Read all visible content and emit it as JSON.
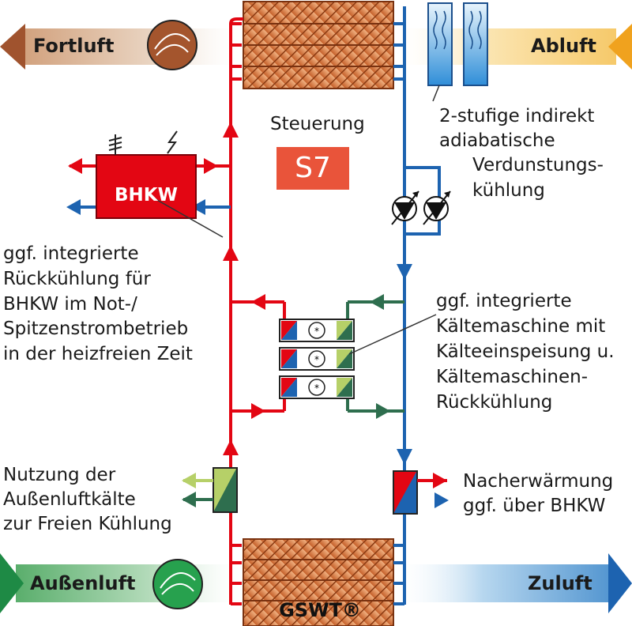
{
  "air": {
    "fortluft": "Fortluft",
    "abluft": "Abluft",
    "aussenluft": "Außenluft",
    "zuluft": "Zuluft"
  },
  "control": {
    "caption": "Steuerung",
    "badge": "S7"
  },
  "bhkw": {
    "label": "BHKW"
  },
  "gswt": {
    "label": "GSWT®"
  },
  "notes": {
    "adiabatic": [
      "2-stufige indirekt",
      "adiabatische",
      "Verdunstungs-",
      "kühlung"
    ],
    "bhkw_cooling": [
      "ggf. integrierte",
      "Rückkühlung für",
      "BHKW im Not-/",
      "Spitzenstrombetrieb",
      "in der heizfreien Zeit"
    ],
    "chiller": [
      "ggf. integrierte",
      "Kältemaschine mit",
      "Kälteeinspeisung u.",
      "Kältemaschinen-",
      "Rückkühlung"
    ],
    "free_cooling": [
      "Nutzung der",
      "Außenluftkälte",
      "zur Freien Kühlung"
    ],
    "reheat": [
      "Nacherwärmung",
      "ggf. über BHKW"
    ]
  },
  "colors": {
    "supply_pipe": "#e30613",
    "return_pipe": "#1d63b0",
    "chiller_pipe": "#2e6e4e",
    "coil": "#c8622a"
  }
}
